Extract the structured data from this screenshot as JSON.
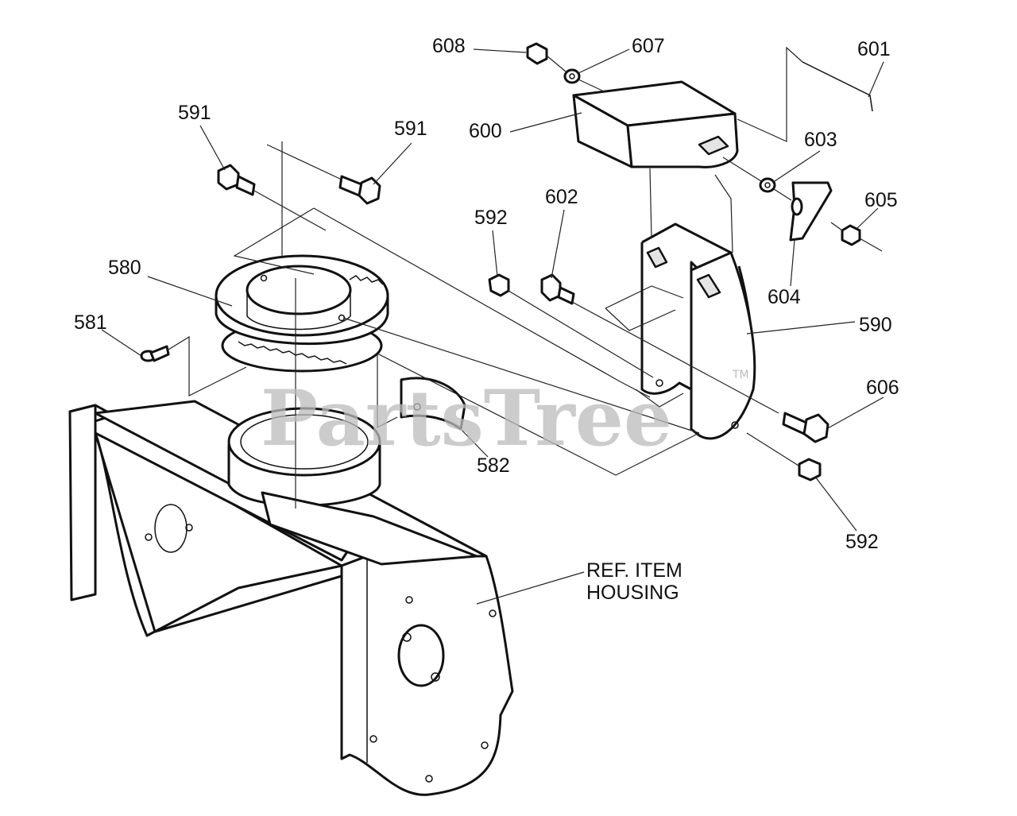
{
  "callouts": {
    "p608": "608",
    "p607": "607",
    "p601": "601",
    "p600": "600",
    "p591a": "591",
    "p591b": "591",
    "p603": "603",
    "p605": "605",
    "p592a": "592",
    "p602": "602",
    "p604": "604",
    "p580": "580",
    "p590": "590",
    "p581": "581",
    "p606": "606",
    "p582": "582",
    "p592b": "592"
  },
  "reference_label": {
    "line1": "REF. ITEM",
    "line2": "HOUSING"
  },
  "watermark": {
    "text": "PartsTree",
    "trademark": "TM"
  }
}
